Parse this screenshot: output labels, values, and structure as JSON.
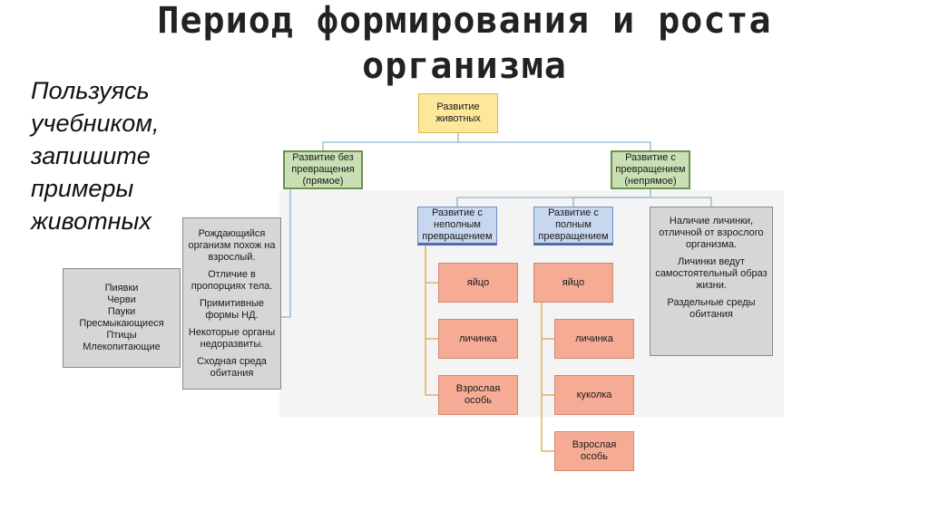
{
  "title": {
    "line1": "Период формирования и роста",
    "line2": "организма"
  },
  "instruction": "Пользуясь учебником, запишите примеры животных",
  "diagram": {
    "root": "Развитие животных",
    "direct": "Развитие без превращения (прямое)",
    "indirect": "Развитие с превращением (непрямое)",
    "incomplete": "Развитие с неполным превращением",
    "complete": "Развитие с полным превращением",
    "incomplete_stages": [
      "яйцо",
      "личинка",
      "Взрослая особь"
    ],
    "complete_stages": [
      "яйцо",
      "личинка",
      "куколка",
      "Взрослая особь"
    ],
    "direct_features": [
      "Рождающийся организм похож на взрослый.",
      "Отличие в пропорциях тела.",
      "Примитивные формы НД.",
      "Некоторые органы недоразвиты.",
      "Сходная среда обитания"
    ],
    "indirect_features": [
      "Наличие личинки, отличной от взрослого организма.",
      "Личинки ведут самостоятельный образ жизни.",
      "Раздельные среды обитания"
    ],
    "animals": [
      "Пиявки",
      "Черви",
      "Пауки",
      "Пресмыкающиеся",
      "Птицы",
      "Млекопитающие"
    ]
  }
}
